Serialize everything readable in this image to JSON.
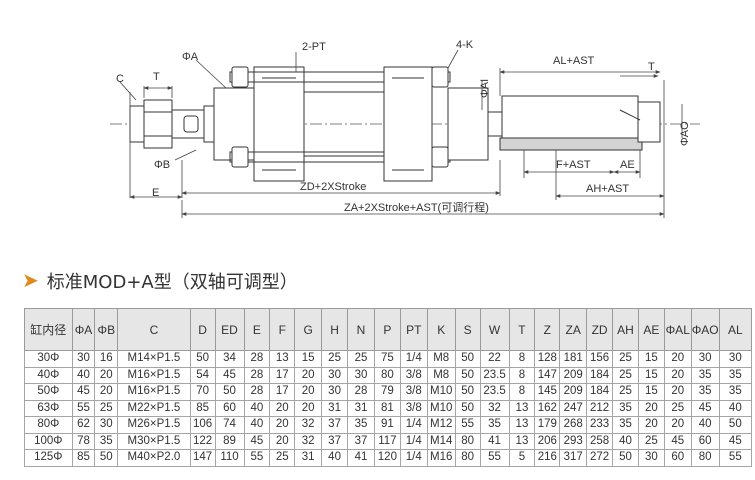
{
  "drawing": {
    "labels": {
      "c": "C",
      "t_left": "T",
      "phi_a": "ΦA",
      "two_pt": "2-PT",
      "four_k": "4-K",
      "al_ast": "AL+AST",
      "t_right": "T",
      "phi_ai": "ΦAI",
      "phi_ao": "ΦAO",
      "phi_b": "ΦB",
      "e": "E",
      "f_ast": "F+AST",
      "ae": "AE",
      "zd": "ZD+2XStroke",
      "ah_ast": "AH+AST",
      "za": "ZA+2XStroke+AST(可调行程)"
    }
  },
  "heading": {
    "arrow": "➤",
    "title": "标准MOD+A型（双轴可调型）"
  },
  "table": {
    "columns": [
      "缸内径",
      "ΦA",
      "ΦB",
      "C",
      "D",
      "ED",
      "E",
      "F",
      "G",
      "H",
      "N",
      "P",
      "PT",
      "K",
      "S",
      "W",
      "T",
      "Z",
      "ZA",
      "ZD",
      "AH",
      "AE",
      "ΦAL",
      "ΦAO",
      "AL"
    ],
    "rows": [
      [
        "30Φ",
        "30",
        "16",
        "M14×P1.5",
        "50",
        "34",
        "28",
        "13",
        "15",
        "25",
        "25",
        "75",
        "1/4",
        "M8",
        "50",
        "22",
        "8",
        "128",
        "181",
        "156",
        "25",
        "15",
        "20",
        "30",
        "30"
      ],
      [
        "40Φ",
        "40",
        "20",
        "M16×P1.5",
        "54",
        "45",
        "28",
        "17",
        "20",
        "30",
        "30",
        "80",
        "3/8",
        "M8",
        "50",
        "23.5",
        "8",
        "147",
        "209",
        "184",
        "25",
        "15",
        "20",
        "35",
        "35"
      ],
      [
        "50Φ",
        "45",
        "20",
        "M16×P1.5",
        "70",
        "50",
        "28",
        "17",
        "20",
        "30",
        "28",
        "79",
        "3/8",
        "M10",
        "50",
        "23.5",
        "8",
        "145",
        "209",
        "184",
        "25",
        "15",
        "20",
        "35",
        "35"
      ],
      [
        "63Φ",
        "55",
        "25",
        "M22×P1.5",
        "85",
        "60",
        "40",
        "20",
        "20",
        "31",
        "31",
        "81",
        "3/8",
        "M10",
        "50",
        "32",
        "13",
        "162",
        "247",
        "212",
        "35",
        "20",
        "25",
        "45",
        "40"
      ],
      [
        "80Φ",
        "62",
        "30",
        "M26×P1.5",
        "106",
        "74",
        "40",
        "20",
        "32",
        "37",
        "35",
        "91",
        "1/4",
        "M12",
        "55",
        "35",
        "13",
        "179",
        "268",
        "233",
        "35",
        "20",
        "20",
        "40",
        "50"
      ],
      [
        "100Φ",
        "78",
        "35",
        "M30×P1.5",
        "122",
        "89",
        "45",
        "20",
        "32",
        "37",
        "37",
        "117",
        "1/4",
        "M14",
        "80",
        "41",
        "13",
        "206",
        "293",
        "258",
        "40",
        "25",
        "45",
        "60",
        "45"
      ],
      [
        "125Φ",
        "85",
        "50",
        "M40×P2.0",
        "147",
        "110",
        "55",
        "25",
        "31",
        "40",
        "41",
        "120",
        "1/4",
        "M16",
        "80",
        "55",
        "5",
        "216",
        "317",
        "272",
        "50",
        "30",
        "60",
        "80",
        "55"
      ]
    ]
  }
}
